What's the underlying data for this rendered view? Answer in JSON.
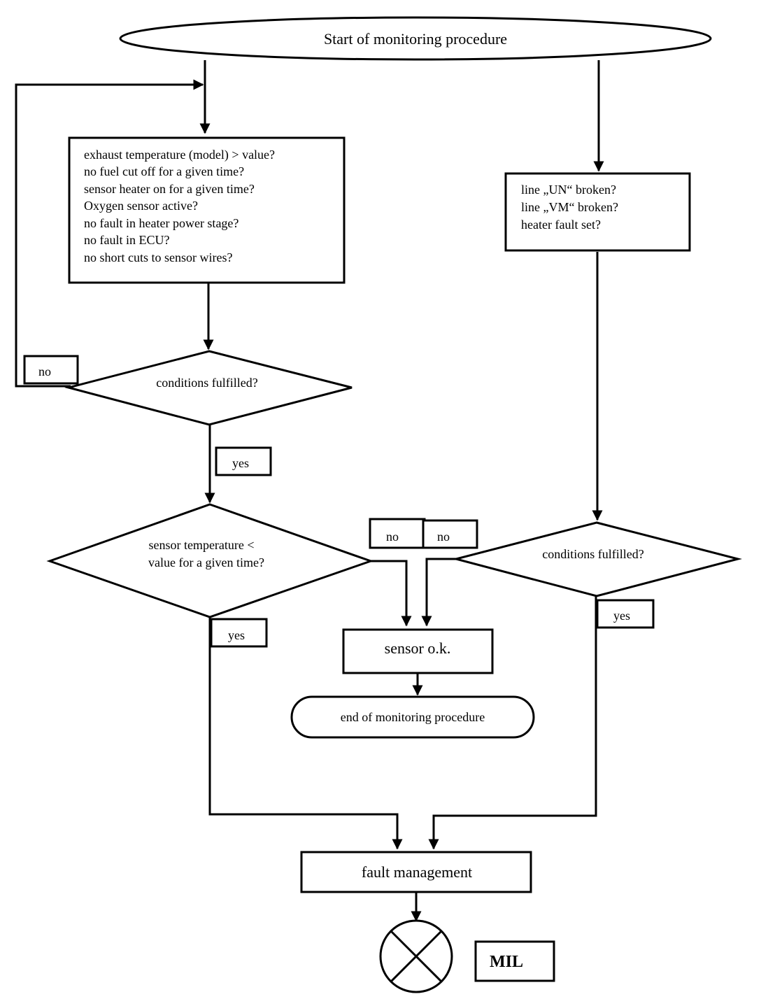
{
  "start": "Start of monitoring procedure",
  "conditions_box": {
    "lines": [
      "exhaust temperature (model) > value?",
      "no fuel cut off for a given time?",
      "sensor heater on for a given time?",
      "Oxygen sensor active?",
      "no fault in heater power stage?",
      "no fault in ECU?",
      "no short cuts to sensor wires?"
    ]
  },
  "line_box": {
    "lines": [
      "line „UN“ broken?",
      "line „VM“ broken?",
      "heater fault set?"
    ]
  },
  "decision_left": "conditions fulfilled?",
  "decision_sensor": [
    "sensor temperature <",
    "value for a given time?"
  ],
  "decision_right": "conditions fulfilled?",
  "labels": {
    "no_loop": "no",
    "yes_left": "yes",
    "no_sensor": "no",
    "no_right": "no",
    "yes_sensor": "yes",
    "yes_right": "yes"
  },
  "sensor_ok": "sensor o.k.",
  "end": "end of monitoring procedure",
  "fault_management": "fault management",
  "mil": "MIL"
}
